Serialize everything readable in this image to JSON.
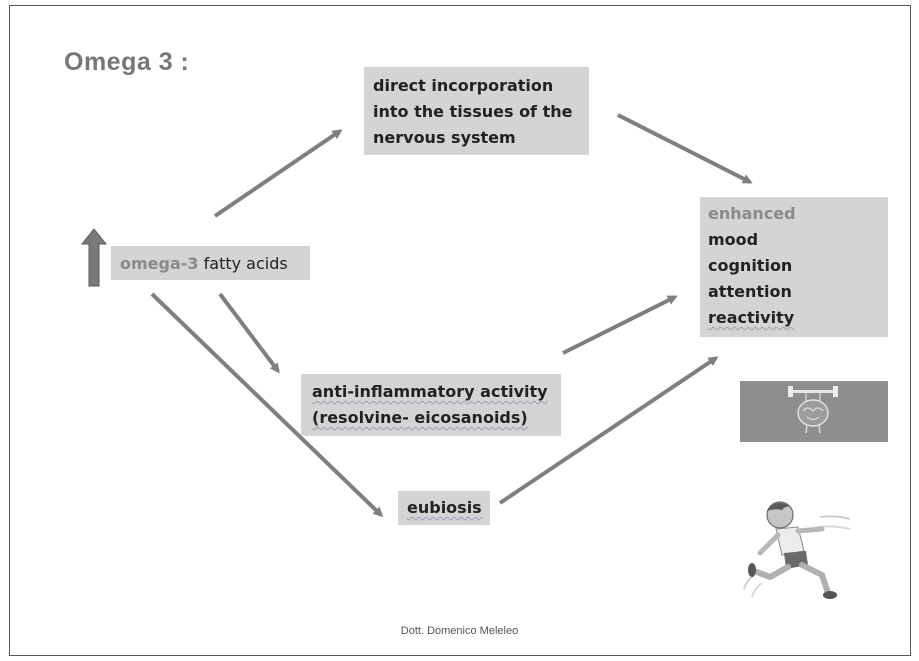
{
  "title": "Omega 3 :",
  "nodes": {
    "direct": {
      "lines": [
        "direct incorporation",
        "into the tissues of the",
        "nervous system"
      ]
    },
    "omega": {
      "highlight": "omega-3",
      "rest": " fatty acids"
    },
    "enhanced": {
      "label": "enhanced",
      "items": [
        "mood",
        "cognition",
        "attention",
        "reactivity"
      ]
    },
    "anti": {
      "lines": [
        "anti-inflammatory activity",
        "(resolvine- eicosanoids)"
      ]
    },
    "eubiosis": {
      "label": "eubiosis"
    }
  },
  "icons": [
    "up-arrow-icon",
    "brain-dumbbell-icon",
    "running-boy-icon"
  ],
  "colors": {
    "box_fill": "#d4d4d4",
    "arrow": "#7f7f7f",
    "up_arrow": "#7a7a7a"
  },
  "footer": "Dott. Domenico Meleleo"
}
